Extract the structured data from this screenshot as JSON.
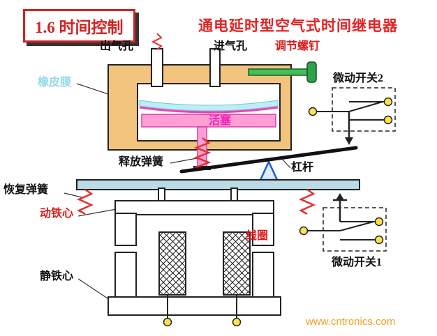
{
  "header": {
    "section_label": "1.6 时间控制",
    "title": "通电延时型空气式时间继电器"
  },
  "labels": {
    "outlet": "出气孔",
    "inlet": "进气孔",
    "adjust_screw": "调节螺钉",
    "membrane": "橡皮膜",
    "micro_switch_2": "微动开关2",
    "piston": "活塞",
    "release_spring": "释放弹簧",
    "lever": "杠杆",
    "recovery_spring": "恢复弹簧",
    "moving_core": "动铁心",
    "coil": "线圈",
    "static_core": "静铁心",
    "micro_switch_1": "微动开关1"
  },
  "watermark": {
    "text": "www.cntronics.com"
  },
  "colors": {
    "title_red": "#D42222",
    "label_red": "#E01818",
    "membrane_cyan": "#93D9E8",
    "piston_magenta": "#F01FB4",
    "chamber_orange": "#F2C47E",
    "piston_pink": "#FF9FD6",
    "bar_blue": "#BBDCE6",
    "spring_red": "#E43030",
    "screw_green": "#46BE58",
    "terminal_yellow": "#FFE14A",
    "watermark_orange": "#F6A21E"
  }
}
